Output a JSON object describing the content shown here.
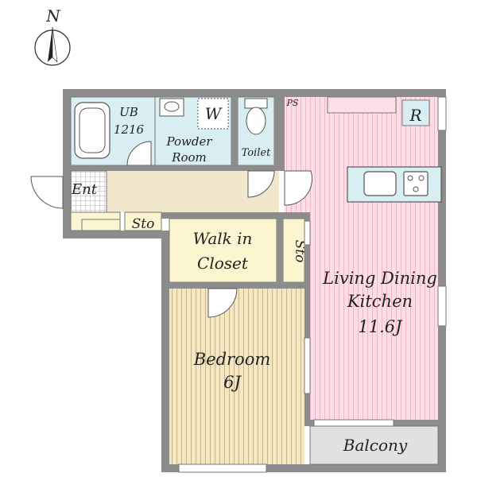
{
  "compass": {
    "label": "N"
  },
  "rooms": {
    "ub": {
      "name": "UB",
      "size": "1216"
    },
    "powder": {
      "line1": "Powder",
      "line2": "Room",
      "washer": "W"
    },
    "toilet": {
      "name": "Toilet"
    },
    "ps": {
      "name": "PS"
    },
    "refrigerator": {
      "name": "R"
    },
    "entrance": {
      "name": "Ent"
    },
    "storage_entry": {
      "name": "Sto"
    },
    "walk_in_closet": {
      "line1": "Walk in",
      "line2": "Closet"
    },
    "storage_side": {
      "name": "Sto"
    },
    "ldk": {
      "line1": "Living Dining",
      "line2": "Kitchen",
      "size": "11.6J"
    },
    "bedroom": {
      "name": "Bedroom",
      "size": "6J"
    },
    "balcony": {
      "name": "Balcony"
    }
  },
  "colors": {
    "wall": "#8c8c8c",
    "ldk_floor": "#fbdfe6",
    "ldk_stripe": "#f1b7c4",
    "bedroom_floor": "#f3e7c4",
    "bedroom_stripe": "#c9b489",
    "wet_area": "#d8eef3",
    "closet": "#fbf6cf",
    "corridor": "#f1e7cc",
    "balcony": "#e2e2e2"
  }
}
